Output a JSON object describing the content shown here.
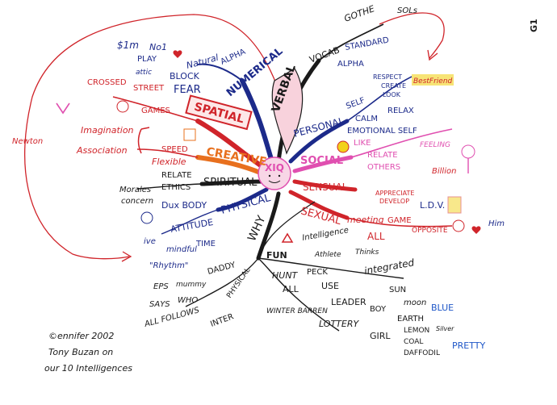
{
  "page_label": "G1",
  "center": {
    "label": "XIQ"
  },
  "colors": {
    "black": "#1a1a1a",
    "navy": "#1c2a8a",
    "red": "#d0242a",
    "pink": "#e04fb0",
    "orange": "#e8701e",
    "blue": "#1f57c8",
    "green": "#2a8a2a",
    "yellow": "#f2d21a"
  },
  "branches": {
    "numerical": "NUMERICAL",
    "verbal": "VERBAL",
    "spatial": "SPATIAL",
    "personal": "PERSONAL",
    "creative": "CREATIVE",
    "social": "SOCIAL",
    "spiritual": "SPIRITUAL",
    "sensual": "SENSUAL",
    "physical": "PHYSICAL",
    "sexual": "SEXUAL",
    "why": "WHY"
  },
  "words": {
    "gothe": "GOTHE",
    "sols": "SOLs",
    "vocab": "VOCAB",
    "standard": "STANDARD",
    "alpha": "ALPHA",
    "alpha_b": "ALPHA",
    "million": "$1m",
    "no1": "No1",
    "play": "PLAY",
    "natural": "Natural",
    "block": "BLOCK",
    "fear": "FEAR",
    "attic": "attic",
    "crossed": "CROSSED",
    "street": "STREET",
    "games": "GAMES",
    "newton": "Newton",
    "imagination": "Imagination",
    "association": "Association",
    "speed": "SPEED",
    "flexible": "Flexible",
    "relate": "RELATE",
    "morales": "Morales",
    "ethics": "ETHICS",
    "concern": "concern",
    "dux_body": "Dux BODY",
    "attitude": "ATTITUDE",
    "ive": "ive",
    "mindful": "mindful",
    "time": "TIME",
    "rhythm": "\"Rhythm\"",
    "self": "SELF",
    "respect": "RESPECT",
    "create": "CREATE",
    "look": "LOOK",
    "best_friend": "BestFriend",
    "calm": "CALM",
    "relax": "RELAX",
    "emotional_self": "EMOTIONAL SELF",
    "like": "LIKE",
    "feeling": "FEELING",
    "relate_b": "RELATE",
    "others": "OTHERS",
    "billion": "Billion",
    "appreciate": "APPRECIATE",
    "develop": "DEVELOP",
    "ldv": "L.D.V.",
    "meeting": "meeting",
    "game": "GAME",
    "all": "ALL",
    "opposite": "OPPOSITE",
    "him": "Him",
    "intelligence": "Intelligence",
    "athlete": "Athlete",
    "thinks": "Thinks",
    "fun": "FUN",
    "hunt": "HUNT",
    "peck": "PECK",
    "all_b": "ALL",
    "use": "USE",
    "integrated": "integrated",
    "leader": "LEADER",
    "sun": "SUN",
    "moon": "moon",
    "earth": "EARTH",
    "blue": "BLUE",
    "boy": "BOY",
    "lemon": "LEMON",
    "silver": "Silver",
    "girl": "GIRL",
    "coal": "COAL",
    "daffodil": "DAFFODIL",
    "pretty": "PRETTY",
    "eps": "EPS",
    "mummy": "mummy",
    "daddy": "DADDY",
    "says": "SAYS",
    "who": "WHO",
    "all_follows": "ALL FOLLOWS",
    "physical_b": "PHYSICAL",
    "inter_b": "INTER",
    "winter_barren": "WINTER BARREN",
    "lottery": "LOTTERY"
  },
  "credit": {
    "line1": "©ennifer 2002",
    "line2": "Tony Buzan on",
    "line3": "our 10 Intelligences"
  }
}
